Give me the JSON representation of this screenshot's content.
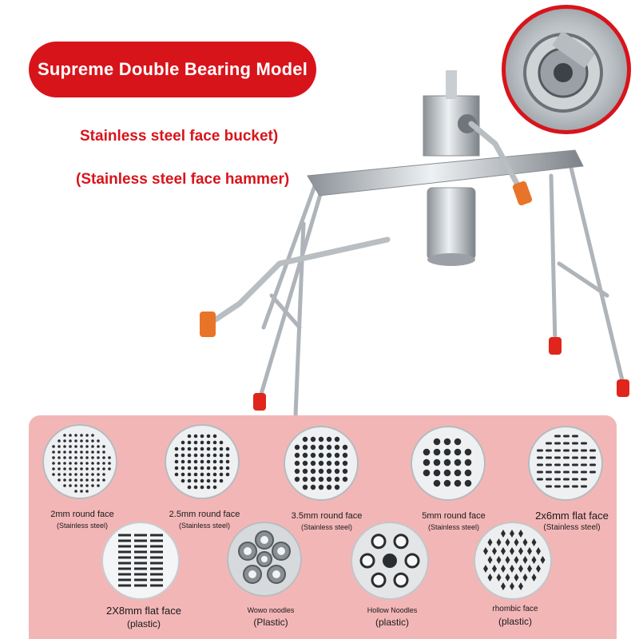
{
  "banner": {
    "title": "Supreme Double Bearing Model"
  },
  "specs": {
    "line1": "Stainless steel face bucket)",
    "line2": "(Stainless steel face hammer)"
  },
  "dies": [
    {
      "name": "2mm round face",
      "material": "(Stainless steel)"
    },
    {
      "name": "2.5mm round face",
      "material": "(Stainless steel)"
    },
    {
      "name": "3.5mm round face",
      "material": "(Stainless steel)"
    },
    {
      "name": "5mm round face",
      "material": "(Stainless steel)"
    },
    {
      "name": "2x6mm flat face",
      "material": "(Stainless steel)"
    },
    {
      "name": "2X8mm flat face",
      "material": "(plastic)"
    },
    {
      "name": "Wowo noodles",
      "material": "(Plastic)"
    },
    {
      "name": "Hollow Noodles",
      "material": "(plastic)"
    },
    {
      "name": "rhombic face",
      "material": "(plastic)"
    }
  ],
  "colors": {
    "accent": "#d8141b",
    "panel": "#f3b6b7",
    "steel": "#c4c9cd",
    "handle": "#e8742a"
  }
}
